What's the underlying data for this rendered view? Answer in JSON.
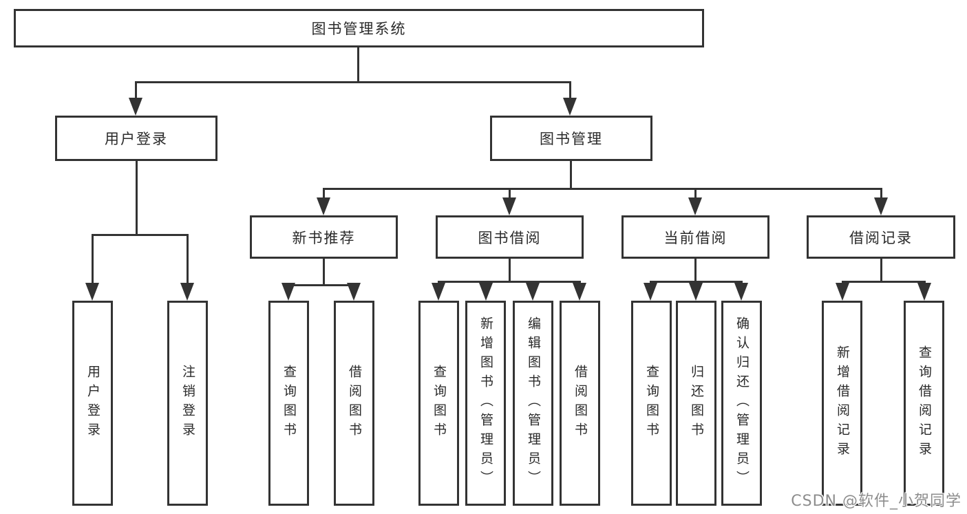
{
  "tree": {
    "root": {
      "label": "图书管理系统"
    },
    "level2": [
      {
        "label": "用户登录"
      },
      {
        "label": "图书管理"
      }
    ],
    "level3": [
      {
        "label": "新书推荐"
      },
      {
        "label": "图书借阅"
      },
      {
        "label": "当前借阅"
      },
      {
        "label": "借阅记录"
      }
    ],
    "leaves": [
      {
        "label": "用户登录"
      },
      {
        "label": "注销登录"
      },
      {
        "label": "查询图书"
      },
      {
        "label": "借阅图书"
      },
      {
        "label": "查询图书"
      },
      {
        "label": "新增图书（管理员）"
      },
      {
        "label": "编辑图书（管理员）"
      },
      {
        "label": "借阅图书"
      },
      {
        "label": "查询图书"
      },
      {
        "label": "归还图书"
      },
      {
        "label": "确认归还（管理员）"
      },
      {
        "label": "新增借阅记录"
      },
      {
        "label": "查询借阅记录"
      }
    ]
  },
  "watermark": {
    "text": "CSDN @软件_小贺同学"
  },
  "colors": {
    "line": "#333333",
    "text": "#2a2a2a",
    "background": "#ffffff",
    "watermark_text": "#8d8d8d"
  }
}
